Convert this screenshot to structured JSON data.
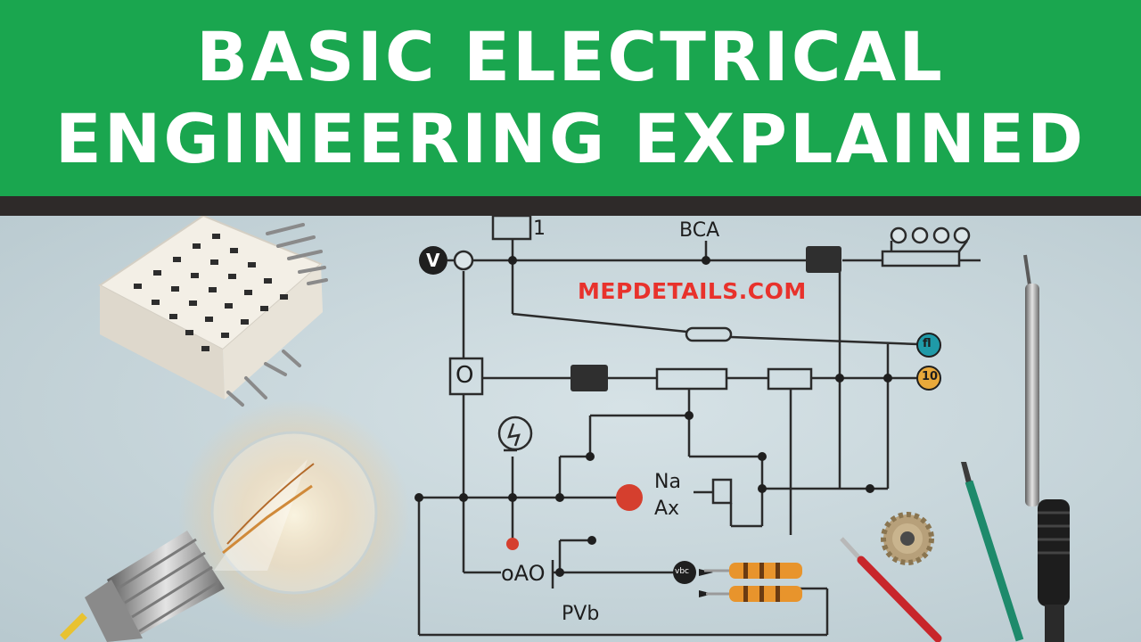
{
  "banner": {
    "title_line1": "BASIC ELECTRICAL",
    "title_line2": "ENGINEERING EXPLAINED",
    "background": "#1aa64f"
  },
  "divider_color": "#2e2a29",
  "watermark": {
    "text": "MEPDETAILS.COM",
    "color": "#e8322c"
  },
  "schematic": {
    "label_top_box": "1",
    "label_bca": "BCA",
    "label_voltmeter": "V",
    "label_box": "O",
    "label_node_a": "fl",
    "label_node_b": "10",
    "label_na": "Na",
    "label_ax": "Ax",
    "label_oao": "oAO",
    "label_vbc": "vbc",
    "label_pvb": "PVb"
  },
  "objects": [
    "breadboard",
    "light-bulb-icon",
    "soldering-iron",
    "pencil",
    "red-wire",
    "gear-icon",
    "resistors"
  ]
}
